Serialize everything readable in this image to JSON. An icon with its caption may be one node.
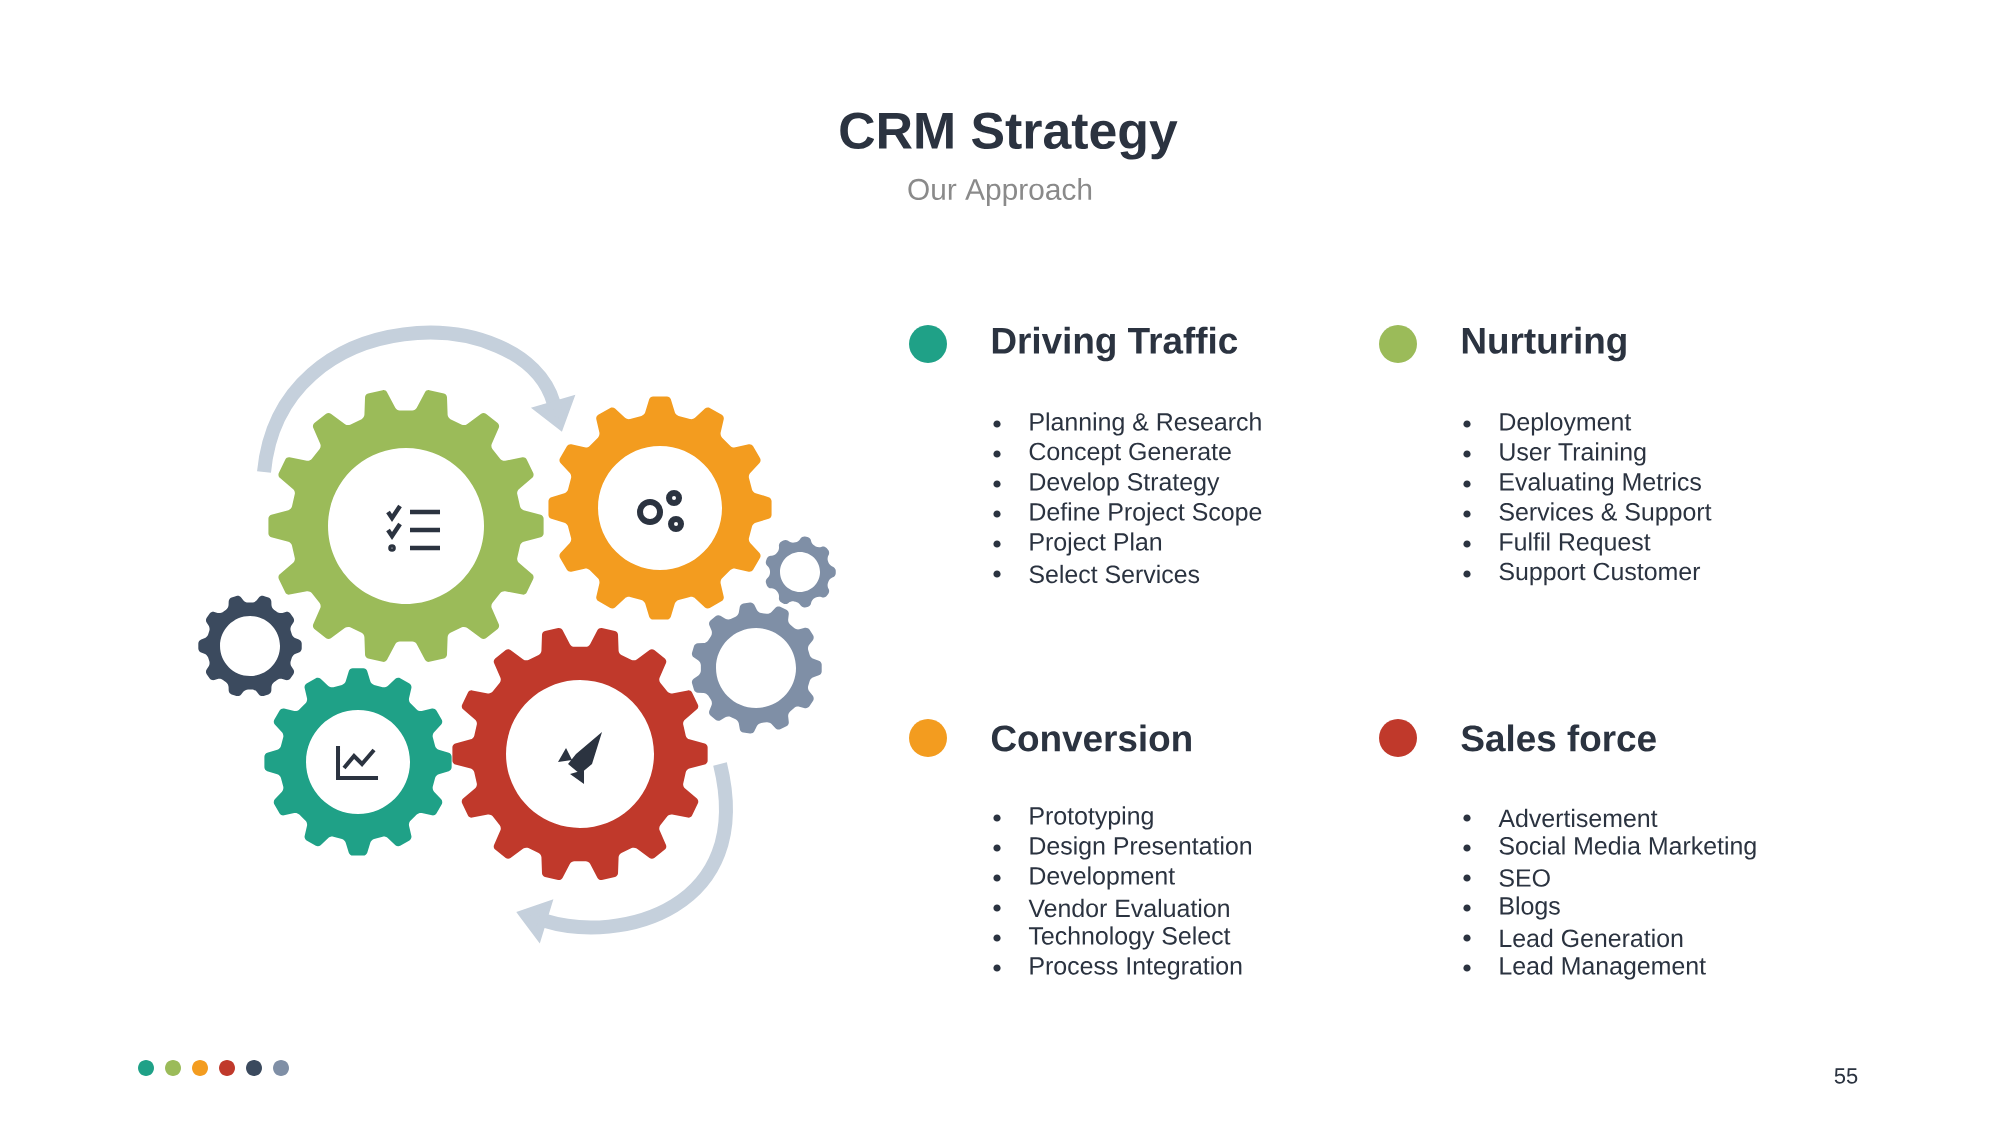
{
  "diagram": {
    "title": "CRM Strategy",
    "labels": [
      "Our Approach",
      "Planning & Research",
      "Concept Generate",
      "Develop Strategy",
      "Define Project Scope",
      "Project Plan",
      "Select Services",
      "Deployment",
      "User Training",
      "Evaluating Metrics",
      "Services & Support",
      "Fulfil Request",
      "Support Customer",
      "Prototyping",
      "Design Presentation",
      "Development",
      "Vendor Evaluation",
      "Technology Select",
      "Process Integration",
      "Advertisement",
      "Social Media Marketing",
      "SEO",
      "Blogs",
      "Lead Generation",
      "Lead Management",
      "55"
    ],
    "legend": [
      {
        "text": "Driving Traffic",
        "color": "#1fa187"
      },
      {
        "text": "Nurturing",
        "color": "#9bbb59"
      },
      {
        "text": "Conversion",
        "color": "#f39c1f"
      },
      {
        "text": "Sales force",
        "color": "#c0392b"
      }
    ]
  }
}
